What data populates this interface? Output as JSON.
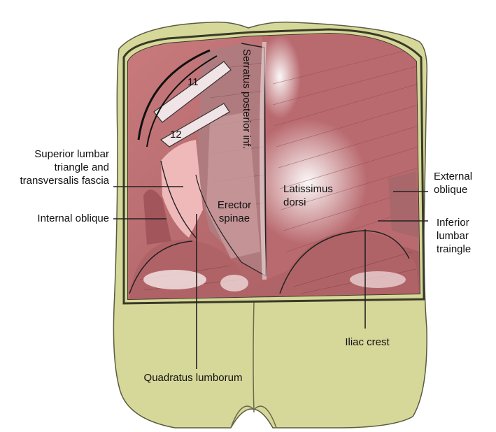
{
  "labels": {
    "superior_lumbar": "Superior lumbar\ntriangle and\ntransversalis fascia",
    "internal_oblique": "Internal oblique",
    "quadratus_lumborum": "Quadratus lumborum",
    "erector_spinae": "Erector\nspinae",
    "serratus": "Serratus posterior inf.",
    "rib_11": "11",
    "rib_12": "12",
    "latissimus": "Latissimus\ndorsi",
    "external_oblique": "External\noblique",
    "inferior_lumbar": "Inferior\nlumbar\ntraingle",
    "iliac_crest": "Iliac crest"
  },
  "colors": {
    "skin": "#d6d89a",
    "skin_outline": "#5a5a40",
    "muscle": "#b86a6e",
    "muscle_dark": "#8e4a4f",
    "muscle_light": "#d39a9c",
    "fascia": "#f1e4e6",
    "leader": "#222222"
  }
}
